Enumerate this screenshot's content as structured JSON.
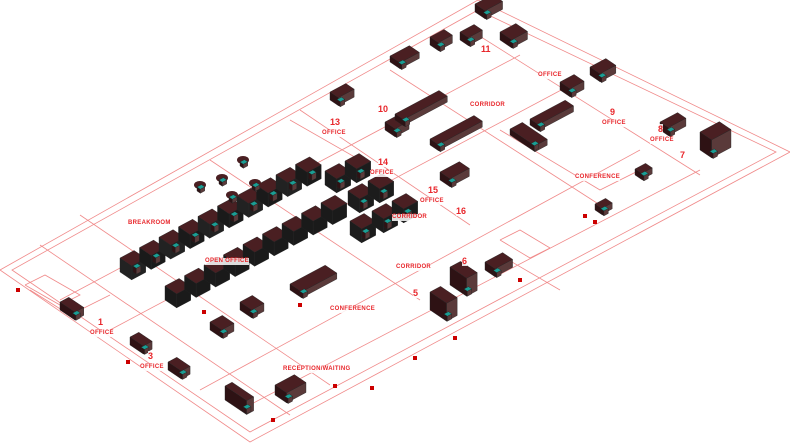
{
  "colors": {
    "wall": "#f08a8a",
    "label": "#e8262b",
    "furniture": "#4a1f22",
    "chair": "#1a9e94",
    "partition": "#3c8a3c",
    "column": "#cc0000"
  },
  "rooms": [
    {
      "id": "breakroom",
      "label": "BREAKROOM"
    },
    {
      "id": "open-office",
      "label": "OPEN OFFICE"
    },
    {
      "id": "conference-a",
      "label": "CONFERENCE"
    },
    {
      "id": "conference-b",
      "label": "CONFERENCE"
    },
    {
      "id": "reception",
      "label": "RECEPTION/WAITING"
    },
    {
      "id": "corridor-a",
      "label": "CORRIDOR"
    },
    {
      "id": "corridor-b",
      "label": "CORRIDOR"
    },
    {
      "id": "corridor-c",
      "label": "CORRIDOR"
    },
    {
      "id": "office-a",
      "label": "OFFICE"
    },
    {
      "id": "office-b",
      "label": "OFFICE"
    },
    {
      "id": "office-c",
      "label": "OFFICE"
    },
    {
      "id": "office-d",
      "label": "OFFICE"
    },
    {
      "id": "office-e",
      "label": "OFFICE"
    },
    {
      "id": "office-f",
      "label": "OFFICE"
    },
    {
      "id": "office-g",
      "label": "OFFICE"
    },
    {
      "id": "office-h",
      "label": "OFFICE"
    }
  ],
  "office_numbers": [
    "1",
    "3",
    "5",
    "6",
    "7",
    "8",
    "9",
    "10",
    "11",
    "13",
    "14",
    "15",
    "16"
  ]
}
